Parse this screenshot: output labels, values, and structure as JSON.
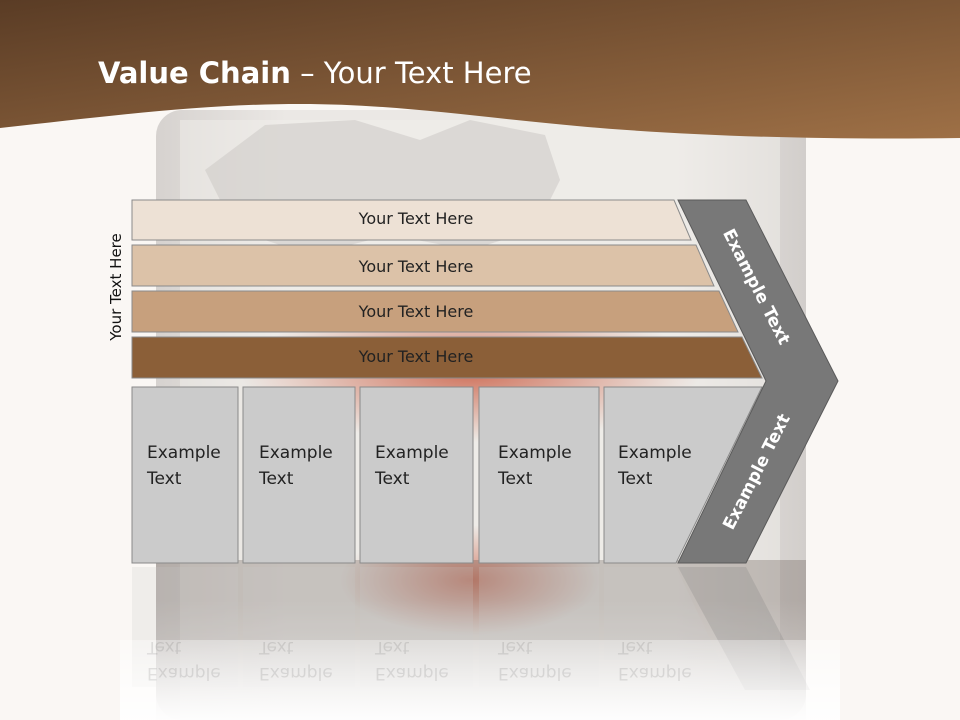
{
  "title": {
    "bold": "Value Chain",
    "rest": " – Your Text Here"
  },
  "side_label": "Your Text Here",
  "rows": [
    {
      "label": "Your Text Here",
      "color": "#ede1d5"
    },
    {
      "label": "Your Text Here",
      "color": "#dcc2a8"
    },
    {
      "label": "Your Text Here",
      "color": "#c7a07d"
    },
    {
      "label": "Your Text Here",
      "color": "#8b5f38"
    }
  ],
  "boxes": [
    {
      "line1": "Example",
      "line2": "Text"
    },
    {
      "line1": "Example",
      "line2": "Text"
    },
    {
      "line1": "Example",
      "line2": "Text"
    },
    {
      "line1": "Example",
      "line2": "Text"
    },
    {
      "line1": "Example",
      "line2": "Text"
    }
  ],
  "arrow": {
    "upper": "Example Text",
    "lower": "Example Text",
    "color": "#787878"
  },
  "colors": {
    "header_dark": "#5e4028",
    "header_light": "#9a6c42",
    "box": "#cbcbcb"
  }
}
